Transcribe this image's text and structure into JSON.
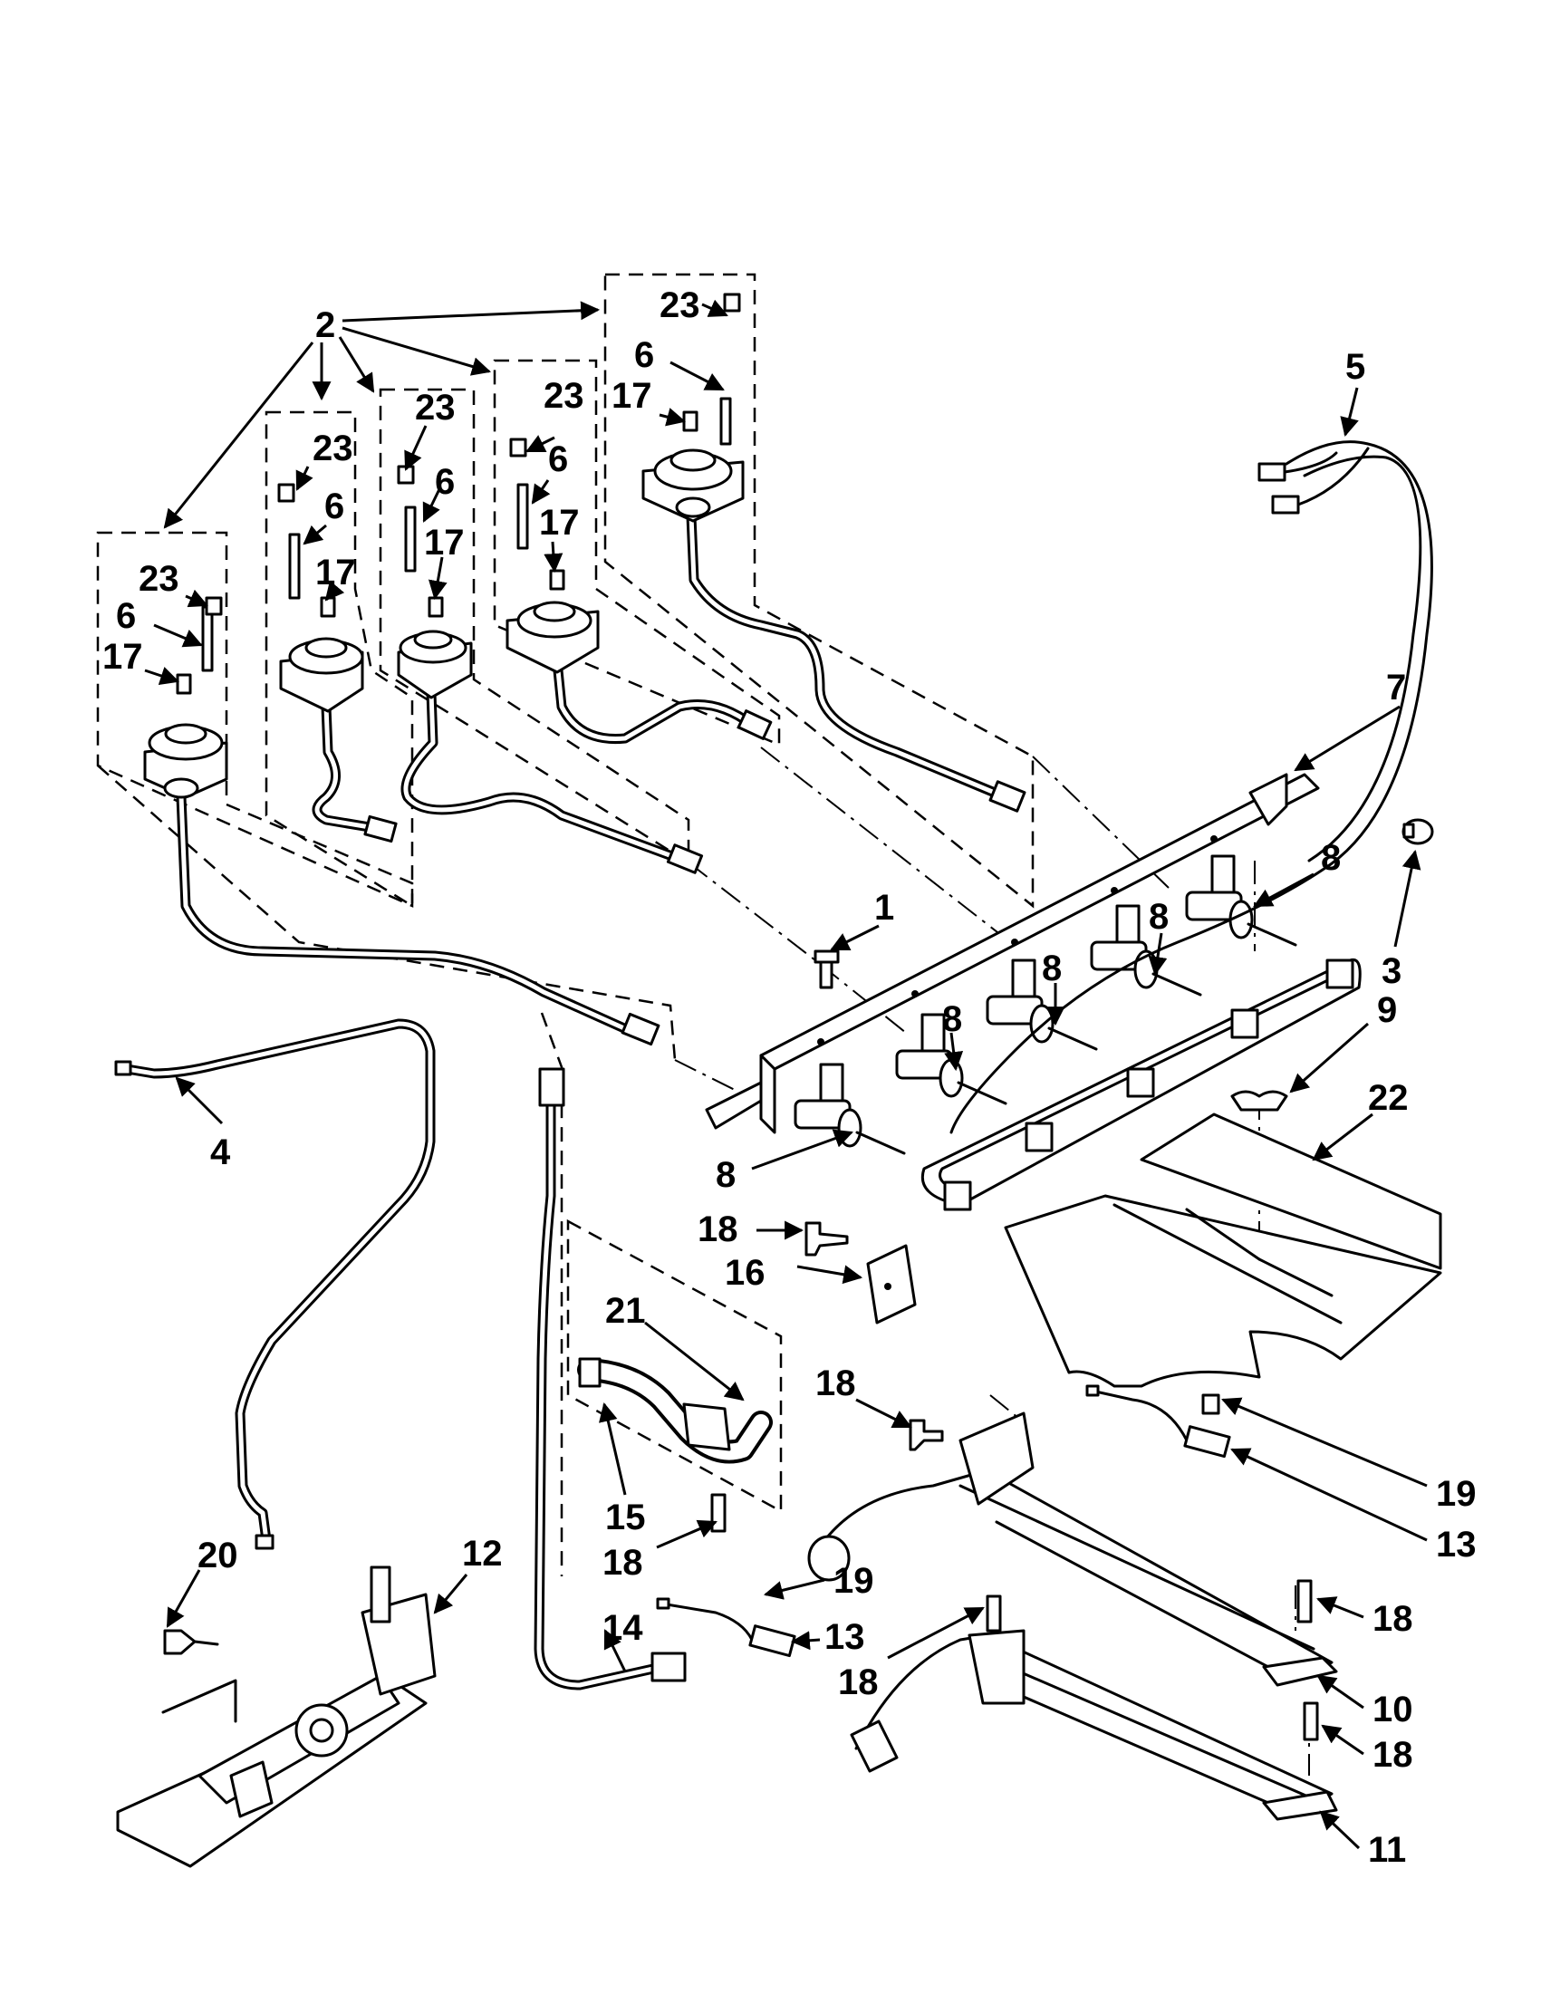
{
  "callouts": [
    {
      "id": "c2",
      "label": "2"
    },
    {
      "id": "c23a",
      "label": "23"
    },
    {
      "id": "c6a",
      "label": "6"
    },
    {
      "id": "c17a",
      "label": "17"
    },
    {
      "id": "c23b",
      "label": "23"
    },
    {
      "id": "c6b",
      "label": "6"
    },
    {
      "id": "c17b",
      "label": "17"
    },
    {
      "id": "c23c",
      "label": "23"
    },
    {
      "id": "c6c",
      "label": "6"
    },
    {
      "id": "c17c",
      "label": "17"
    },
    {
      "id": "c23d",
      "label": "23"
    },
    {
      "id": "c6d",
      "label": "6"
    },
    {
      "id": "c17d",
      "label": "17"
    },
    {
      "id": "c23e",
      "label": "23"
    },
    {
      "id": "c6e",
      "label": "6"
    },
    {
      "id": "c17e",
      "label": "17"
    },
    {
      "id": "c5",
      "label": "5"
    },
    {
      "id": "c7",
      "label": "7"
    },
    {
      "id": "c8a",
      "label": "8"
    },
    {
      "id": "c8b",
      "label": "8"
    },
    {
      "id": "c8c",
      "label": "8"
    },
    {
      "id": "c8d",
      "label": "8"
    },
    {
      "id": "c8e",
      "label": "8"
    },
    {
      "id": "c3",
      "label": "3"
    },
    {
      "id": "c9",
      "label": "9"
    },
    {
      "id": "c22",
      "label": "22"
    },
    {
      "id": "c1",
      "label": "1"
    },
    {
      "id": "c4",
      "label": "4"
    },
    {
      "id": "c18a",
      "label": "18"
    },
    {
      "id": "c16",
      "label": "16"
    },
    {
      "id": "c21",
      "label": "21"
    },
    {
      "id": "c18b",
      "label": "18"
    },
    {
      "id": "c19a",
      "label": "19"
    },
    {
      "id": "c13a",
      "label": "13"
    },
    {
      "id": "c15",
      "label": "15"
    },
    {
      "id": "c18c",
      "label": "18"
    },
    {
      "id": "c20",
      "label": "20"
    },
    {
      "id": "c12",
      "label": "12"
    },
    {
      "id": "c19b",
      "label": "19"
    },
    {
      "id": "c13b",
      "label": "13"
    },
    {
      "id": "c14",
      "label": "14"
    },
    {
      "id": "c18d",
      "label": "18"
    },
    {
      "id": "c18e",
      "label": "18"
    },
    {
      "id": "c10",
      "label": "10"
    },
    {
      "id": "c18f",
      "label": "18"
    },
    {
      "id": "c11",
      "label": "11"
    }
  ]
}
